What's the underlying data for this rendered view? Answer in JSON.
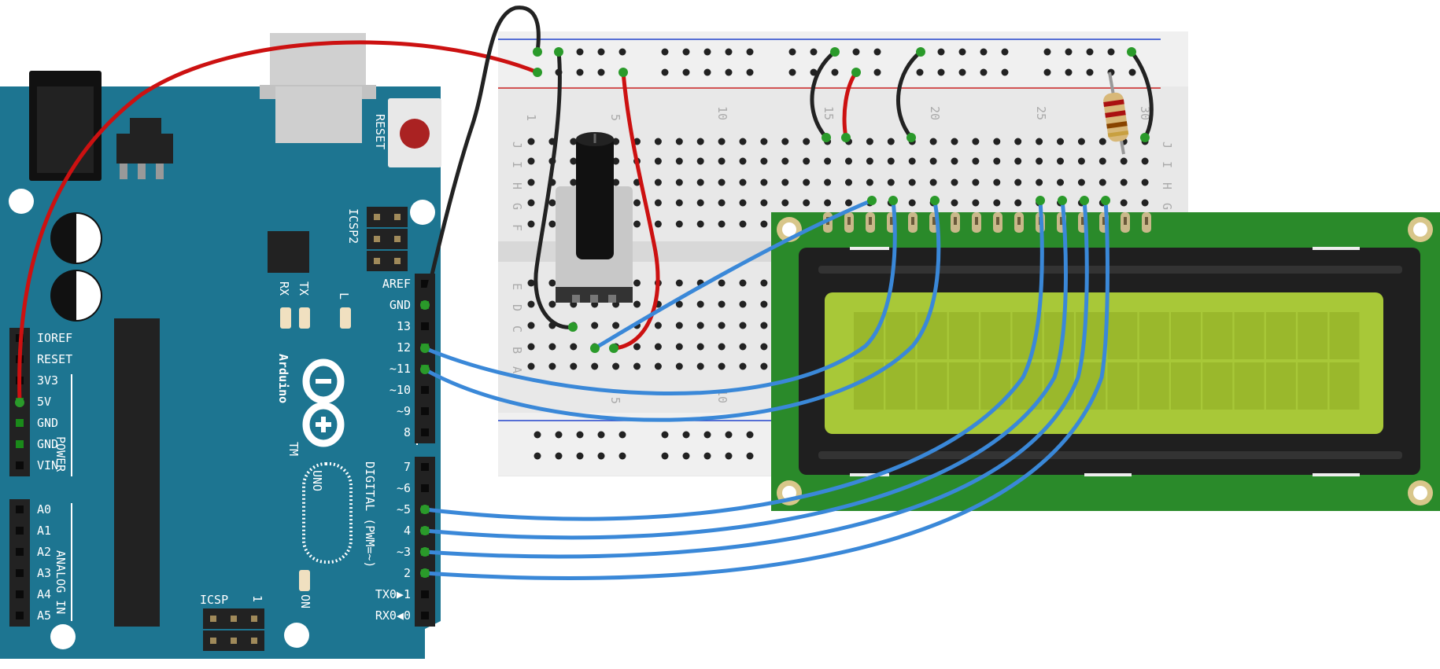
{
  "arduino": {
    "reset_label": "RESET",
    "icsp2_label": "ICSP2",
    "icsp_label": "ICSP",
    "icsp_pin1": "1",
    "rx_led": "RX",
    "tx_led": "TX",
    "l_led": "L",
    "on_led": "ON",
    "brand": "Arduino",
    "tm": "TM",
    "model": "UNO",
    "power_header_title": "POWER",
    "analog_header_title": "ANALOG IN",
    "digital_header_title": "DIGITAL (PWM=~)",
    "power_pins": [
      "IOREF",
      "RESET",
      "3V3",
      "5V",
      "GND",
      "GND",
      "VIN"
    ],
    "analog_pins": [
      "A0",
      "A1",
      "A2",
      "A3",
      "A4",
      "A5"
    ],
    "digital_top_pins": [
      "AREF",
      "GND",
      "13",
      "12",
      "~11",
      "~10",
      "~9",
      "8"
    ],
    "digital_bottom_pins": [
      "7",
      "~6",
      "~5",
      "4",
      "~3",
      "2",
      "TX0▶1",
      "RX0◀0"
    ]
  },
  "breadboard": {
    "row_labels_top": [
      "J",
      "I",
      "H",
      "G",
      "F"
    ],
    "row_labels_bottom": [
      "E",
      "D",
      "C",
      "B",
      "A"
    ],
    "column_numbers": [
      "1",
      "5",
      "10",
      "15",
      "20",
      "25",
      "30"
    ]
  },
  "lcd": {
    "columns": 16,
    "rows": 2,
    "bezel_color": "#2a8a2a",
    "screen_color": "#a8c838"
  },
  "wire_colors": {
    "power": "#cc1111",
    "ground": "#222222",
    "signal": "#3a88d8"
  },
  "components": {
    "potentiometer": "potentiometer",
    "resistor": "resistor"
  }
}
